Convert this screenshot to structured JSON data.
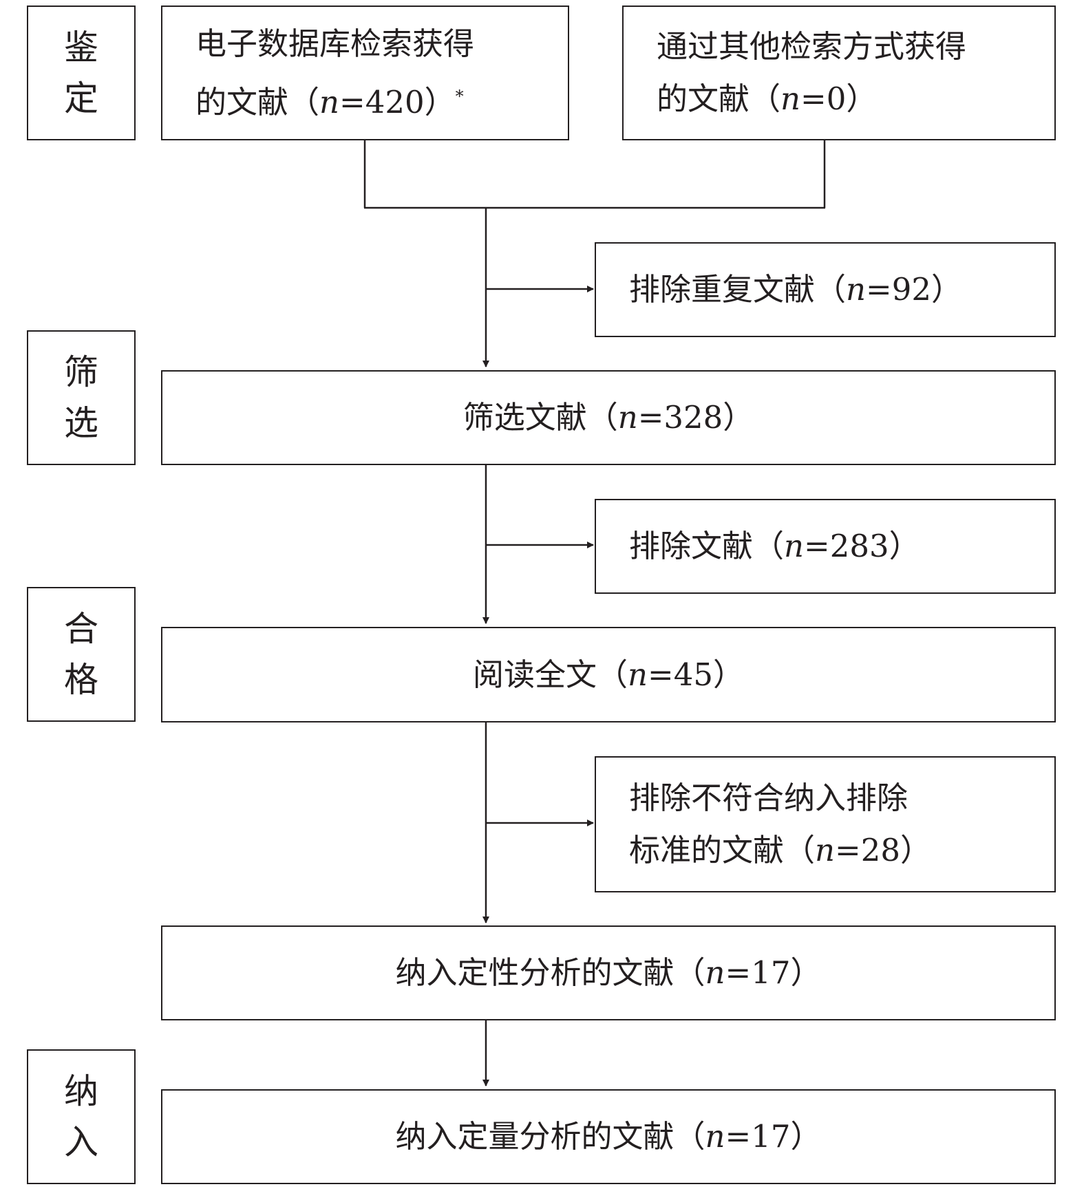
{
  "stages": {
    "identification": [
      "鉴",
      "定"
    ],
    "screening": [
      "筛",
      "选"
    ],
    "eligibility": [
      "合",
      "格"
    ],
    "included": [
      "纳",
      "入"
    ]
  },
  "boxes": {
    "database": {
      "line1": "电子数据库检索获得",
      "pre": "的文献（",
      "nvar": "n",
      "eq": "=420）",
      "sup": "*"
    },
    "other": {
      "line1": "通过其他检索方式获得",
      "pre": "的文献（",
      "nvar": "n",
      "eq": "=0）"
    },
    "duplicates": {
      "pre": "排除重复文献（",
      "nvar": "n",
      "eq": "=92）"
    },
    "screened": {
      "pre": "筛选文献（",
      "nvar": "n",
      "eq": "=328）"
    },
    "excluded_screen": {
      "pre": "排除文献（",
      "nvar": "n",
      "eq": "=283）"
    },
    "fulltext": {
      "pre": "阅读全文（",
      "nvar": "n",
      "eq": "=45）"
    },
    "excluded_criteria": {
      "line1": "排除不符合纳入排除",
      "pre": "标准的文献（",
      "nvar": "n",
      "eq": "=28）"
    },
    "qualitative": {
      "pre": "纳入定性分析的文献（",
      "nvar": "n",
      "eq": "=17）"
    },
    "quantitative": {
      "pre": "纳入定量分析的文献（",
      "nvar": "n",
      "eq": "=17）"
    }
  }
}
